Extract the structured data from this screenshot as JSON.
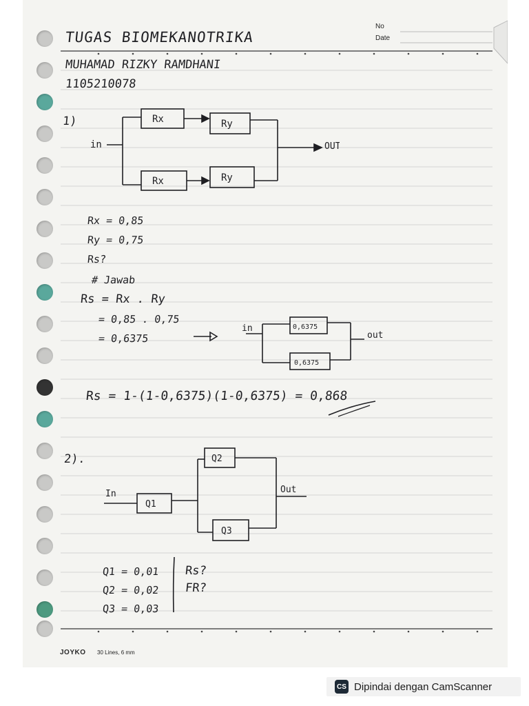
{
  "header": {
    "no_label": "No",
    "date_label": "Date"
  },
  "title": "TUGAS BIOMEKANOTRIKA",
  "student_name": "MUHAMAD RIZKY RAMDHANI",
  "student_id": "1105210078",
  "problem1": {
    "number": "1)",
    "diagram": {
      "in_label": "in",
      "out_label": "OUT",
      "top_blocks": [
        "Rx",
        "Ry"
      ],
      "bottom_blocks": [
        "Rx",
        "Ry"
      ]
    },
    "givens": [
      "Rx = 0,85",
      "Ry = 0,75",
      "Rs?"
    ],
    "answer_heading": "# Jawab",
    "work": [
      "Rs = Rx . Ry",
      "= 0,85 . 0,75",
      "= 0,6375"
    ],
    "reduced_diagram": {
      "in_label": "in",
      "out_label": "out",
      "blocks": [
        "0,6375",
        "0,6375"
      ]
    },
    "result_equation": "Rs = 1-(1-0,6375)(1-0,6375) = 0,868"
  },
  "problem2": {
    "number": "2).",
    "diagram": {
      "in_label": "In",
      "out_label": "Out",
      "series_block": "Q1",
      "parallel_blocks": [
        "Q2",
        "Q3"
      ]
    },
    "givens": [
      "Q1 = 0,01",
      "Q2 = 0,02",
      "Q3 = 0,03"
    ],
    "asked": [
      "Rs?",
      "FR?"
    ]
  },
  "notebook": {
    "brand": "JOYKO",
    "spec": "30 Lines, 6 mm"
  },
  "scanner_badge": {
    "icon": "camscanner-icon",
    "icon_text": "CS",
    "text": "Dipindai dengan CamScanner"
  }
}
